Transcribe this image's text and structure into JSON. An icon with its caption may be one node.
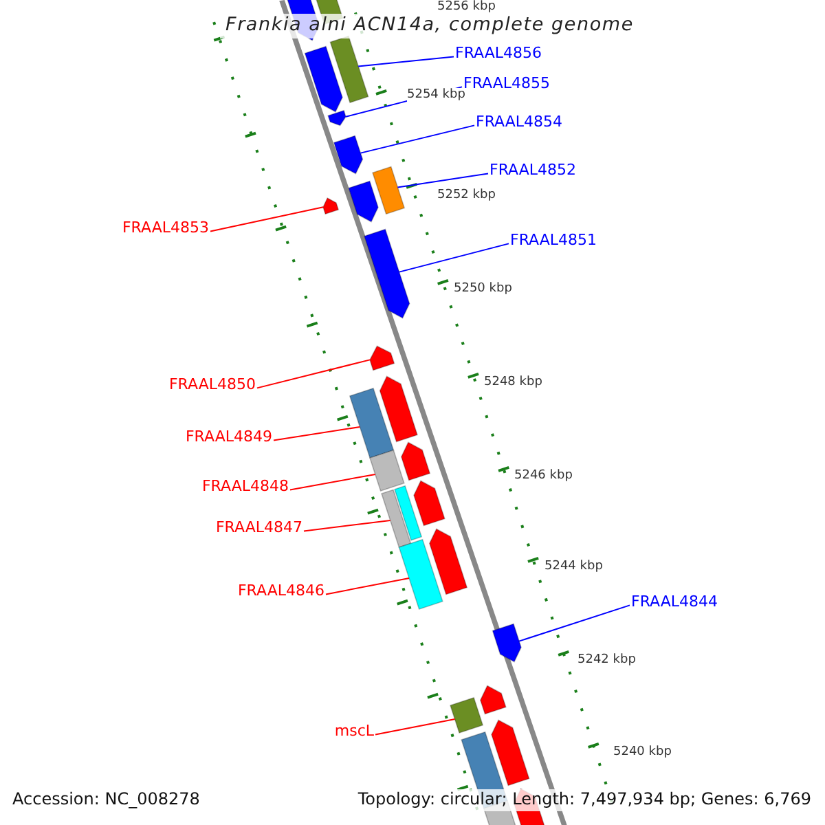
{
  "diagram": {
    "title": "Frankia alni ACN14a, complete genome",
    "nodes": [
      {
        "text": [],
        "shape": "arrow"
      },
      {
        "text": [],
        "shape": "box"
      },
      {
        "text": [
          "FRAAL4856"
        ]
      },
      {
        "text": [],
        "shape": "box"
      },
      {
        "text": [],
        "shape": "arrow"
      },
      {
        "text": [
          "FRAAL4855"
        ]
      },
      {
        "text": [],
        "shape": "arrow"
      },
      {
        "text": [
          "FRAAL4854"
        ]
      },
      {
        "text": [],
        "shape": "arrow"
      },
      {
        "text": [
          "FRAAL4852"
        ]
      },
      {
        "text": [],
        "shape": "box"
      },
      {
        "text": [],
        "shape": "arrow"
      },
      {
        "text": [
          "FRAAL4853"
        ]
      },
      {
        "text": [],
        "shape": "arrow"
      },
      {
        "text": [
          "FRAAL4851"
        ]
      },
      {
        "text": [],
        "shape": "arrow"
      },
      {
        "text": [
          "FRAAL4850"
        ]
      },
      {
        "text": [],
        "shape": "arrow"
      },
      {
        "text": [
          "FRAAL4849"
        ]
      },
      {
        "text": [],
        "shape": "box"
      },
      {
        "text": [],
        "shape": "arrow"
      },
      {
        "text": [
          "FRAAL4848"
        ]
      },
      {
        "text": [],
        "shape": "box"
      },
      {
        "text": [],
        "shape": "arrow"
      },
      {
        "text": [
          "FRAAL4847"
        ]
      },
      {
        "text": [],
        "shape": "box"
      },
      {
        "text": [],
        "shape": "box"
      },
      {
        "text": [],
        "shape": "arrow"
      },
      {
        "text": [
          "FRAAL4846"
        ]
      },
      {
        "text": [],
        "shape": "box"
      },
      {
        "text": [],
        "shape": "arrow"
      },
      {
        "text": [
          "FRAAL4844"
        ]
      },
      {
        "text": [],
        "shape": "arrow"
      },
      {
        "text": [
          "mscL"
        ]
      },
      {
        "text": [],
        "shape": "box"
      },
      {
        "text": [],
        "shape": "arrow"
      },
      {
        "text": [],
        "shape": "box"
      },
      {
        "text": [],
        "shape": "arrow"
      },
      {
        "text": [],
        "shape": "box"
      },
      {
        "text": [],
        "shape": "arrow"
      }
    ],
    "edges": [
      {
        "from": 2,
        "to": 3,
        "arrow": "none",
        "color": "#0000ff"
      },
      {
        "from": 5,
        "to": 6,
        "arrow": "none",
        "color": "#0000ff"
      },
      {
        "from": 7,
        "to": 8,
        "arrow": "none",
        "color": "#0000ff"
      },
      {
        "from": 9,
        "to": 10,
        "arrow": "none",
        "color": "#0000ff"
      },
      {
        "from": 12,
        "to": 13,
        "arrow": "none"
      },
      {
        "from": 14,
        "to": 15,
        "arrow": "none",
        "color": "#0000ff"
      },
      {
        "from": 16,
        "to": 17,
        "arrow": "none"
      },
      {
        "from": 18,
        "to": 19,
        "arrow": "none"
      },
      {
        "from": 21,
        "to": 22,
        "arrow": "none"
      },
      {
        "from": 24,
        "to": 25,
        "arrow": "none"
      },
      {
        "from": 28,
        "to": 29,
        "arrow": "none"
      },
      {
        "from": 31,
        "to": 32,
        "arrow": "none",
        "color": "#0000ff"
      },
      {
        "from": 33,
        "to": 34,
        "arrow": "none"
      }
    ],
    "labels": [
      "5256 kbp",
      "5254 kbp",
      "5252 kbp",
      "5250 kbp",
      "5248 kbp",
      "5246 kbp",
      "5244 kbp",
      "5242 kbp",
      "5240 kbp",
      "Accession: NC_008278",
      "Topology: circular; Length: 7,497,934 bp; Genes: 6,769"
    ]
  }
}
